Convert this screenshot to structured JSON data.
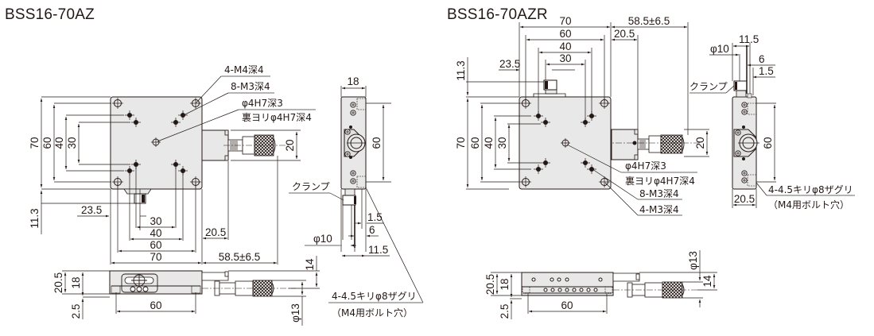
{
  "drawings": [
    {
      "model": "BSS16-70AZ",
      "top_view": {
        "dims": {
          "plate_width": "70",
          "hole_pitch_outer": "60",
          "hole_pitch_mid": "40",
          "hole_pitch_inner": "30",
          "clamp_offset": "23.5",
          "clamp_height": "11.3",
          "micrometer_offset": "20.5",
          "micrometer_travel": "58.5±6.5",
          "micrometer_height": "20"
        },
        "callouts": [
          "4-M4深4",
          "8-M3深4",
          "φ4H7深3",
          "裏ヨリφ4H7深4"
        ]
      },
      "side_view": {
        "dims": {
          "width": "18",
          "hole_pitch": "60",
          "clamp_diameter": "φ10",
          "d1": "1.5",
          "d2": "6",
          "d3": "11.5"
        },
        "clamp_label": "クランプ"
      },
      "front_view": {
        "dims": {
          "total_height": "20.5",
          "body_height": "18",
          "base_offset": "2.5",
          "hole_pitch": "60",
          "micrometer_height": "14",
          "micrometer_diameter": "φ13"
        },
        "callout": [
          "4-4.5キリφ8ザグリ",
          "（M4用ボルト穴）"
        ]
      }
    },
    {
      "model": "BSS16-70AZR",
      "top_view": {
        "dims": {
          "plate_width": "70",
          "hole_pitch_outer": "60",
          "hole_pitch_mid": "40",
          "hole_pitch_inner": "30",
          "clamp_offset": "23.5",
          "clamp_height": "11.3",
          "micrometer_offset": "20.5",
          "micrometer_travel": "58.5±6.5",
          "micrometer_height": "20"
        },
        "callouts": [
          "φ4H7深3",
          "裏ヨリφ4H7深4",
          "8-M3深4",
          "4-M3深4"
        ]
      },
      "side_view": {
        "dims": {
          "width": "20.5",
          "hole_pitch": "60",
          "clamp_diameter": "φ10",
          "d1": "1.5",
          "d2": "6",
          "d3": "11.5"
        },
        "clamp_label": "クランプ",
        "callout": [
          "4-4.5キリφ8ザグリ",
          "（M4用ボルト穴）"
        ]
      },
      "front_view": {
        "dims": {
          "total_height": "20.5",
          "body_height": "18",
          "base_offset": "2.5",
          "hole_pitch": "60",
          "micrometer_height": "14",
          "micrometer_diameter": "φ13"
        }
      }
    }
  ]
}
